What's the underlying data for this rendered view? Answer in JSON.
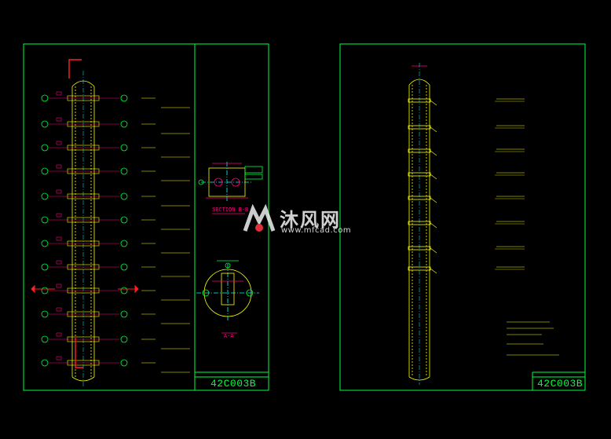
{
  "drawing": {
    "left_sheet": {
      "drawing_code": "42C003B",
      "section_bb_label": "SECTION B-B",
      "section_aa_label": "A-A"
    },
    "right_sheet": {
      "drawing_code": "42C003B"
    }
  },
  "watermark": {
    "text": "沐风网",
    "url": "www.mfcad.com"
  },
  "colors": {
    "background": "#000000",
    "frame": "#00ff3c",
    "geometry": "#ffff00",
    "dimension": "#ff0080",
    "accent": "#00ffff",
    "bubble": "#00ff3c"
  }
}
